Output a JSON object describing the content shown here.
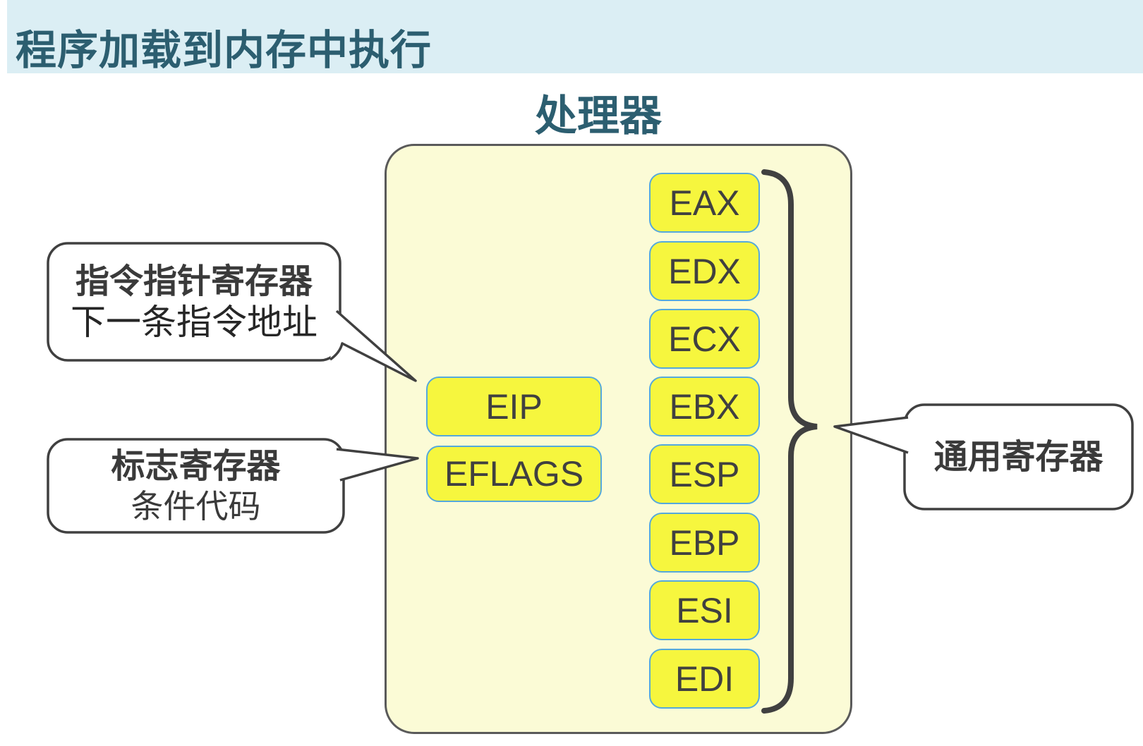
{
  "theme": {
    "header_bg": "#DBEEF4",
    "title_color": "#2C5E70",
    "processor_fill": "#FBFBD6",
    "processor_border": "#5A5A5A",
    "register_fill": "#F6F63E",
    "register_border": "#55A9DC",
    "register_text": "#404040",
    "line_color": "#404040",
    "callout_fill": "#FFFFFF",
    "callout_text": "#3A3A3A"
  },
  "header": {
    "title": "程序加载到内存中执行"
  },
  "diagram": {
    "processor_label": "处理器",
    "special_registers": {
      "eip": "EIP",
      "eflags": "EFLAGS"
    },
    "general_registers": [
      "EAX",
      "EDX",
      "ECX",
      "EBX",
      "ESP",
      "EBP",
      "ESI",
      "EDI"
    ],
    "callouts": {
      "eip": {
        "title": "指令指针寄存器",
        "subtitle": "下一条指令地址"
      },
      "eflags": {
        "title": "标志寄存器",
        "subtitle": "条件代码"
      },
      "general": {
        "title": "通用寄存器"
      }
    }
  }
}
